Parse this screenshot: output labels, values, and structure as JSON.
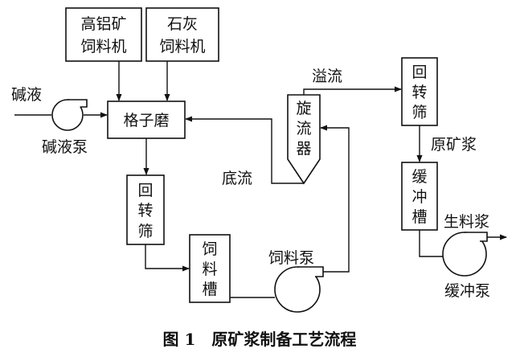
{
  "labels": {
    "high_alumina_feeder_1": "高铝矿",
    "high_alumina_feeder_2": "饲料机",
    "lime_feeder_1": "石灰",
    "lime_feeder_2": "饲料机",
    "alkali": "碱液",
    "alkali_pump": "碱液泵",
    "grate_mill": "格子磨",
    "cyclone_1": "旋",
    "cyclone_2": "流",
    "cyclone_3": "器",
    "overflow": "溢流",
    "underflow": "底流",
    "screen1_1": "回",
    "screen1_2": "转",
    "screen1_3": "筛",
    "screen2_1": "回",
    "screen2_2": "转",
    "screen2_3": "筛",
    "raw_slurry": "原矿浆",
    "buffer_tank_1": "缓",
    "buffer_tank_2": "冲",
    "buffer_tank_3": "槽",
    "feed_tank_1": "饲",
    "feed_tank_2": "料",
    "feed_tank_3": "槽",
    "feed_pump": "饲料泵",
    "raw_feed_slurry": "生料浆",
    "buffer_pump": "缓冲泵"
  },
  "caption": "图 1　原矿浆制备工艺流程"
}
